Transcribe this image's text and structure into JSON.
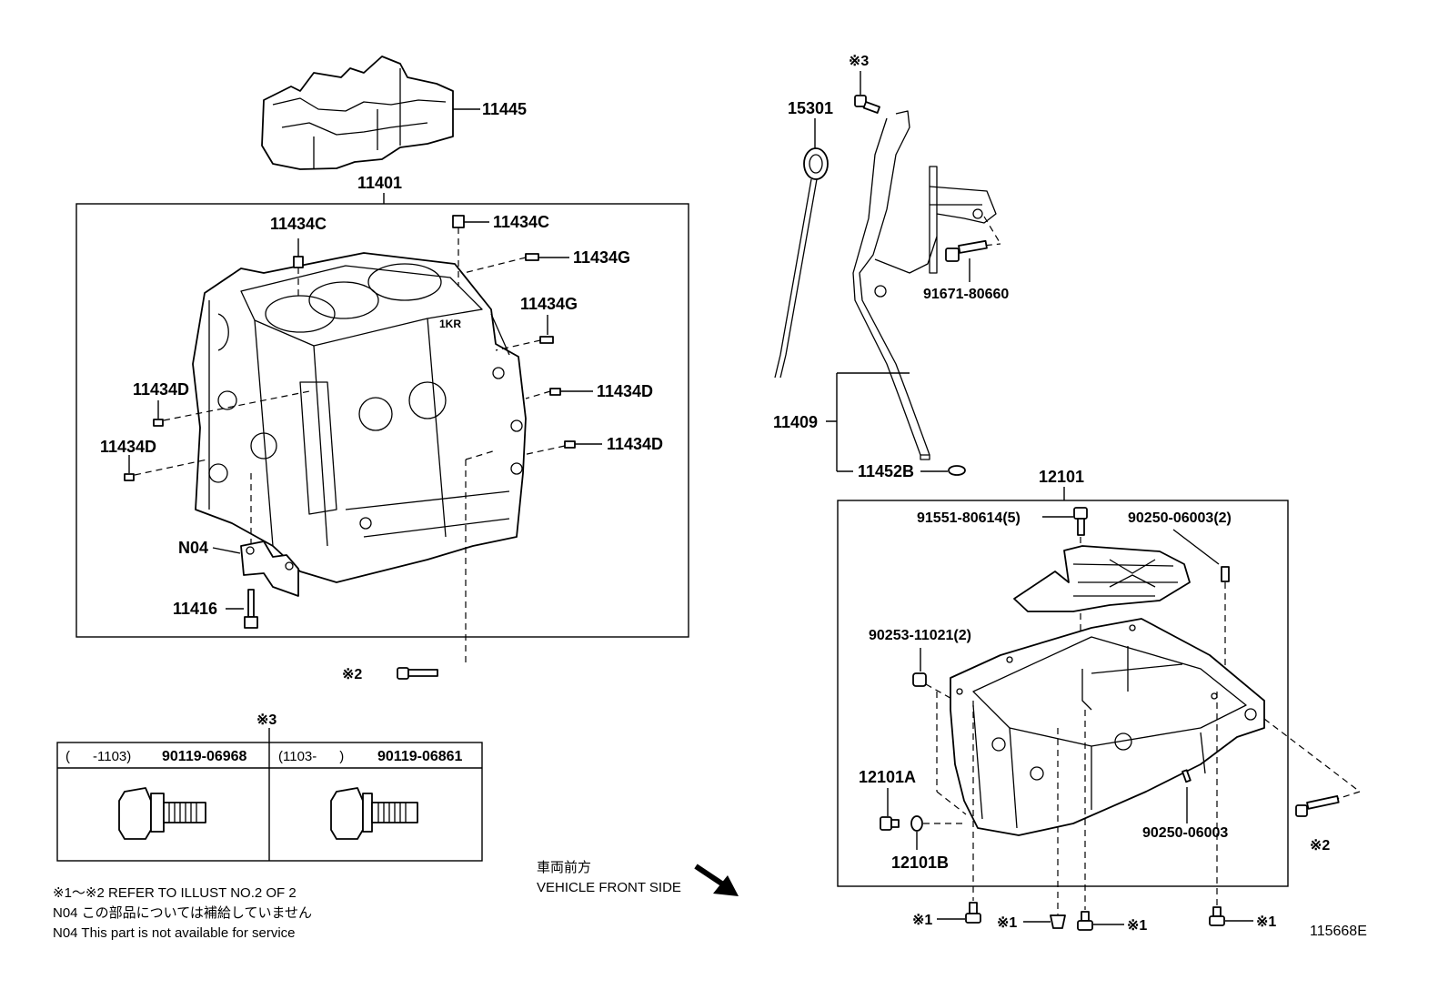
{
  "labels": {
    "p11445": "11445",
    "p11401": "11401",
    "p11434c_a": "11434C",
    "p11434c_b": "11434C",
    "p11434g_a": "11434G",
    "p11434g_b": "11434G",
    "p11434d_a": "11434D",
    "p11434d_b": "11434D",
    "p11434d_c": "11434D",
    "p11434d_d": "11434D",
    "pN04": "N04",
    "p11416": "11416",
    "ref2_block": "※2",
    "p15301": "15301",
    "ref3_top": "※3",
    "p91671": "91671-80660",
    "p11409": "11409",
    "p11452b": "11452B",
    "p12101": "12101",
    "p91551": "91551-80614(5)",
    "p90250_2": "90250-06003(2)",
    "p90253": "90253-11021(2)",
    "p12101a": "12101A",
    "p12101b": "12101B",
    "p90250": "90250-06003",
    "ref2_pan": "※2",
    "ref1_a": "※1",
    "ref1_b": "※1",
    "ref1_c": "※1",
    "ref1_d": "※1",
    "diagram_id": "115668E"
  },
  "bolt_table": {
    "title": "※3",
    "col1_range": "(      -1103)",
    "col1_part": "90119-06968",
    "col2_range": "(1103-      )",
    "col2_part": "90119-06861"
  },
  "direction": {
    "jp": "車両前方",
    "en": "VEHICLE FRONT SIDE"
  },
  "notes": {
    "line1": "※1～※2 REFER TO ILLUST NO.2 OF 2",
    "line2": "N04  この部品については補給していません",
    "line3": "N04  This part is not available for service"
  }
}
